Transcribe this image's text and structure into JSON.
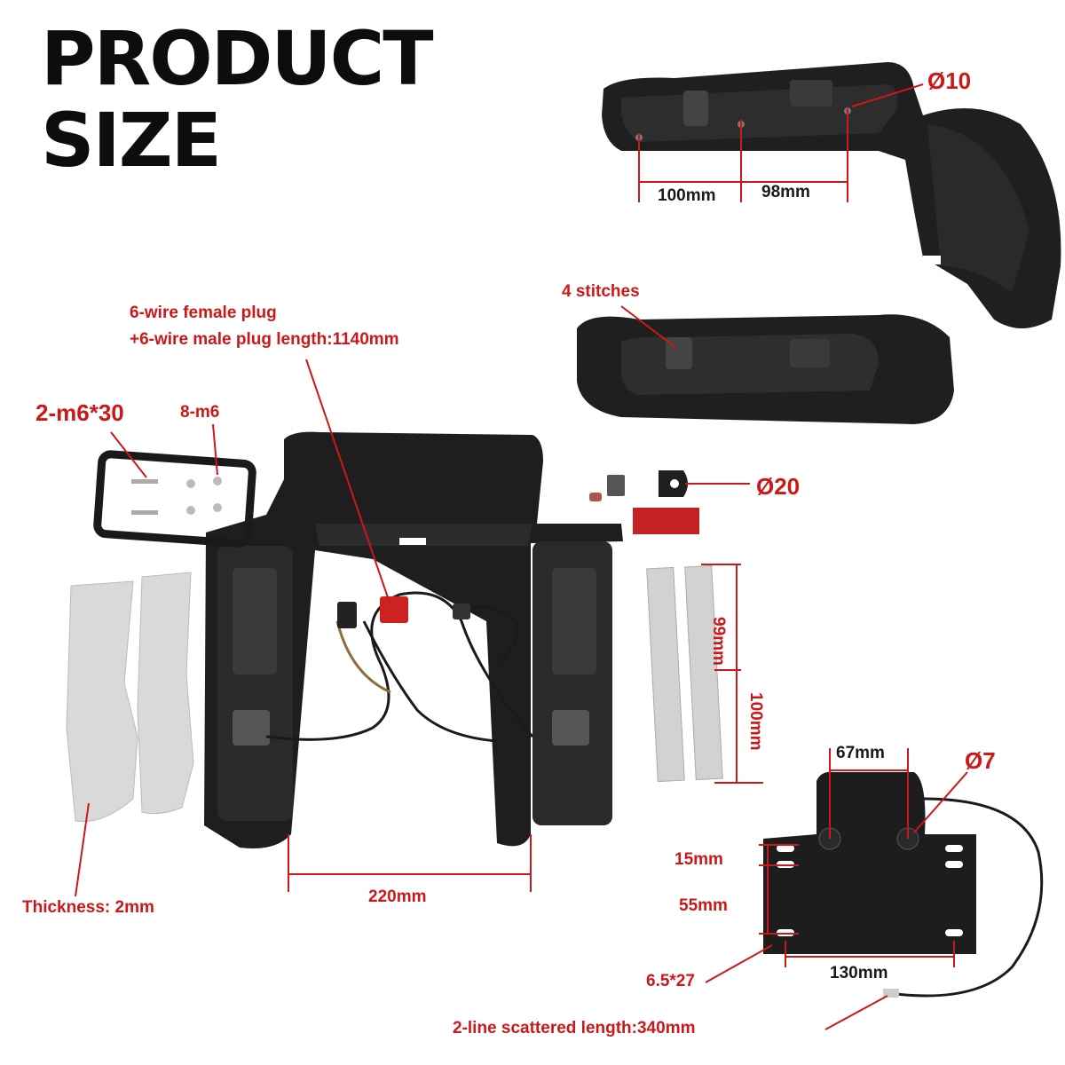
{
  "title": {
    "line1": "PRODUCT",
    "line2": "SIZE"
  },
  "labels": {
    "hole_10": "Ø10",
    "dim_100mm_top": "100mm",
    "dim_98mm": "98mm",
    "stitches": "4 stitches",
    "wire_plug_1": "6-wire female plug",
    "wire_plug_2": "+6-wire male plug length:1140mm",
    "bolts": "2-m6*30",
    "nuts": "8-m6",
    "hole_20": "Ø20",
    "dim_99mm": "99mm",
    "dim_100mm_side": "100mm",
    "dim_67mm": "67mm",
    "hole_7": "Ø7",
    "dim_15mm": "15mm",
    "dim_55mm": "55mm",
    "slot": "6.5*27",
    "dim_130mm": "130mm",
    "dim_220mm": "220mm",
    "thickness": "Thickness: 2mm",
    "scattered": "2-line scattered length:340mm"
  },
  "colors": {
    "accent": "#cc1818",
    "part": "#1e1e1e",
    "plate": "#d9d9d9"
  }
}
